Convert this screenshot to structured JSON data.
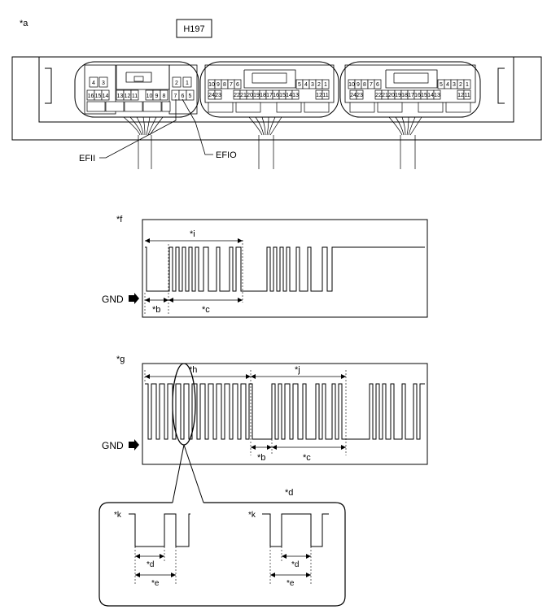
{
  "labels": {
    "a": "*a",
    "b": "*b",
    "c": "*c",
    "d": "*d",
    "e": "*e",
    "f": "*f",
    "g": "*g",
    "h": "*h",
    "i": "*i",
    "j": "*j",
    "k": "*k"
  },
  "connector": {
    "id": "H197",
    "signal_in": "EFII",
    "signal_out": "EFIO",
    "left_block": {
      "top_left_pins": [
        "4",
        "3"
      ],
      "bottom_left_pins": [
        "16",
        "15",
        "14"
      ],
      "bottom_middle_pins": [
        "13",
        "12",
        "11",
        "10",
        "9",
        "8"
      ],
      "top_right_pins": [
        "2",
        "1"
      ],
      "bottom_right_pins": [
        "7",
        "6",
        "5"
      ]
    },
    "middle_block": {
      "top_left_pins": [
        "10",
        "9",
        "8",
        "7",
        "6"
      ],
      "top_right_pins": [
        "5",
        "4",
        "3",
        "2",
        "1"
      ],
      "bottom_pins": [
        "24",
        "23",
        "22",
        "21",
        "20",
        "19",
        "18",
        "17",
        "16",
        "15",
        "14",
        "13",
        "12",
        "11"
      ]
    },
    "right_block": {
      "top_left_pins": [
        "10",
        "9",
        "8",
        "7",
        "6"
      ],
      "top_right_pins": [
        "5",
        "4",
        "3",
        "2",
        "1"
      ],
      "bottom_pins": [
        "24",
        "23",
        "22",
        "21",
        "20",
        "19",
        "18",
        "17",
        "16",
        "15",
        "14",
        "13",
        "12",
        "11"
      ]
    }
  },
  "waveforms": {
    "ground_label": "GND",
    "arrow_icon": "right-arrow-icon"
  }
}
